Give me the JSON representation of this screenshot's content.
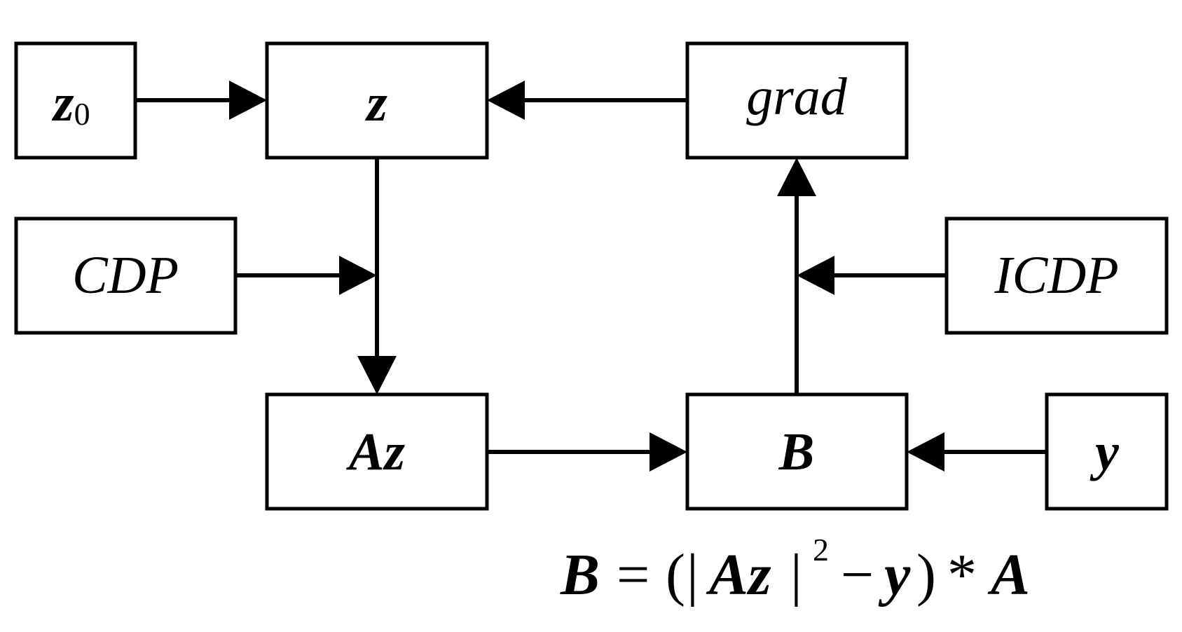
{
  "nodes": {
    "z0": {
      "main": "z",
      "sub": "0"
    },
    "z": {
      "label": "z"
    },
    "grad": {
      "label": "grad"
    },
    "cdp": {
      "label": "CDP"
    },
    "icdp": {
      "label": "ICDP"
    },
    "az": {
      "label": "Az"
    },
    "b": {
      "label": "B"
    },
    "y": {
      "label": "y"
    }
  },
  "edges": [
    {
      "from": "z0",
      "to": "z"
    },
    {
      "from": "grad",
      "to": "z"
    },
    {
      "from": "z",
      "to": "az"
    },
    {
      "from": "cdp",
      "to": "z-az-line"
    },
    {
      "from": "az",
      "to": "b"
    },
    {
      "from": "y",
      "to": "b"
    },
    {
      "from": "b",
      "to": "grad"
    },
    {
      "from": "icdp",
      "to": "b-grad-line"
    }
  ],
  "formula": {
    "lhs": "B",
    "eq": "=",
    "open_paren": "(",
    "abs_open": "|",
    "az": "Az",
    "abs_close": "|",
    "exponent": "2",
    "minus": "−",
    "y": "y",
    "close_paren": ")",
    "times": "*",
    "a": "A"
  }
}
